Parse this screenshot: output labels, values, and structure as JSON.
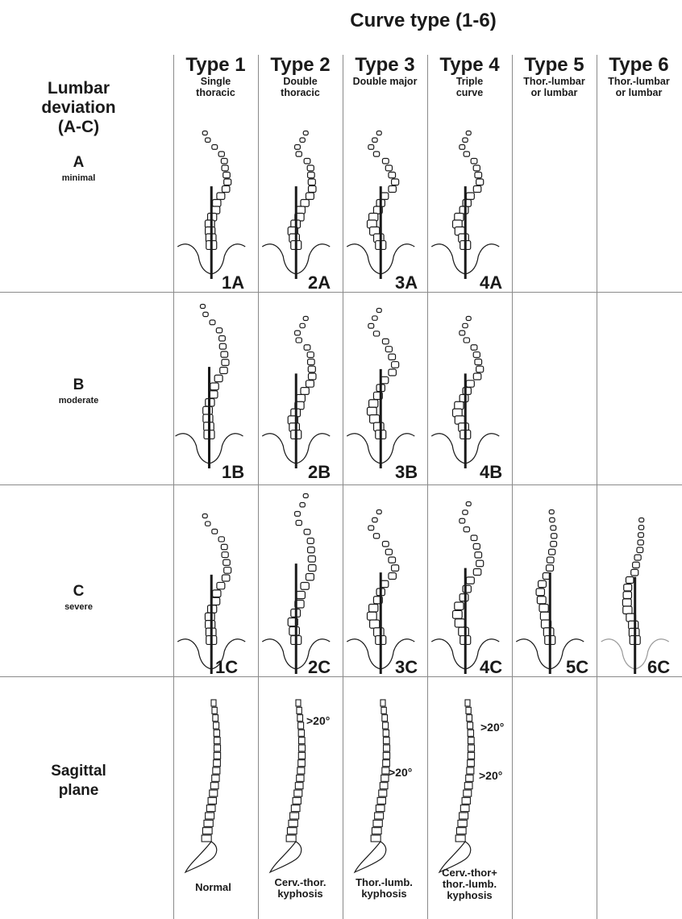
{
  "header": {
    "title": "Curve type (1-6)"
  },
  "columns": [
    {
      "type": "Type 1",
      "subtitle_1": "Single",
      "subtitle_2": "thoracic"
    },
    {
      "type": "Type 2",
      "subtitle_1": "Double",
      "subtitle_2": "thoracic"
    },
    {
      "type": "Type 3",
      "subtitle_1": "Double major",
      "subtitle_2": ""
    },
    {
      "type": "Type 4",
      "subtitle_1": "Triple",
      "subtitle_2": "curve"
    },
    {
      "type": "Type 5",
      "subtitle_1": "Thor.-lumbar",
      "subtitle_2": "or lumbar"
    },
    {
      "type": "Type 6",
      "subtitle_1": "Thor.-lumbar",
      "subtitle_2": "or lumbar"
    }
  ],
  "row_header": {
    "line_1": "Lumbar",
    "line_2": "deviation",
    "line_3": "(A-C)"
  },
  "rows": [
    {
      "letter": "A",
      "severity": "minimal",
      "codes": [
        "1A",
        "2A",
        "3A",
        "4A"
      ]
    },
    {
      "letter": "B",
      "severity": "moderate",
      "codes": [
        "1B",
        "2B",
        "3B",
        "4B"
      ]
    },
    {
      "letter": "C",
      "severity": "severe",
      "codes": [
        "1C",
        "2C",
        "3C",
        "4C",
        "5C",
        "6C"
      ]
    }
  ],
  "sagittal": {
    "label_1": "Sagittal",
    "label_2": "plane",
    "angle_label": ">20°",
    "captions": [
      {
        "line_1": "Normal",
        "line_2": "",
        "line_3": ""
      },
      {
        "line_1": "Cerv.-thor.",
        "line_2": "kyphosis",
        "line_3": ""
      },
      {
        "line_1": "Thor.-lumb.",
        "line_2": "kyphosis",
        "line_3": ""
      },
      {
        "line_1": "Cerv.-thor+",
        "line_2": "thor.-lumb.",
        "line_3": "kyphosis"
      }
    ]
  },
  "colors": {
    "lines": "#1a1a1a",
    "grid": "#8a8a8a",
    "faded_pelvis": "#9a9a9a"
  }
}
